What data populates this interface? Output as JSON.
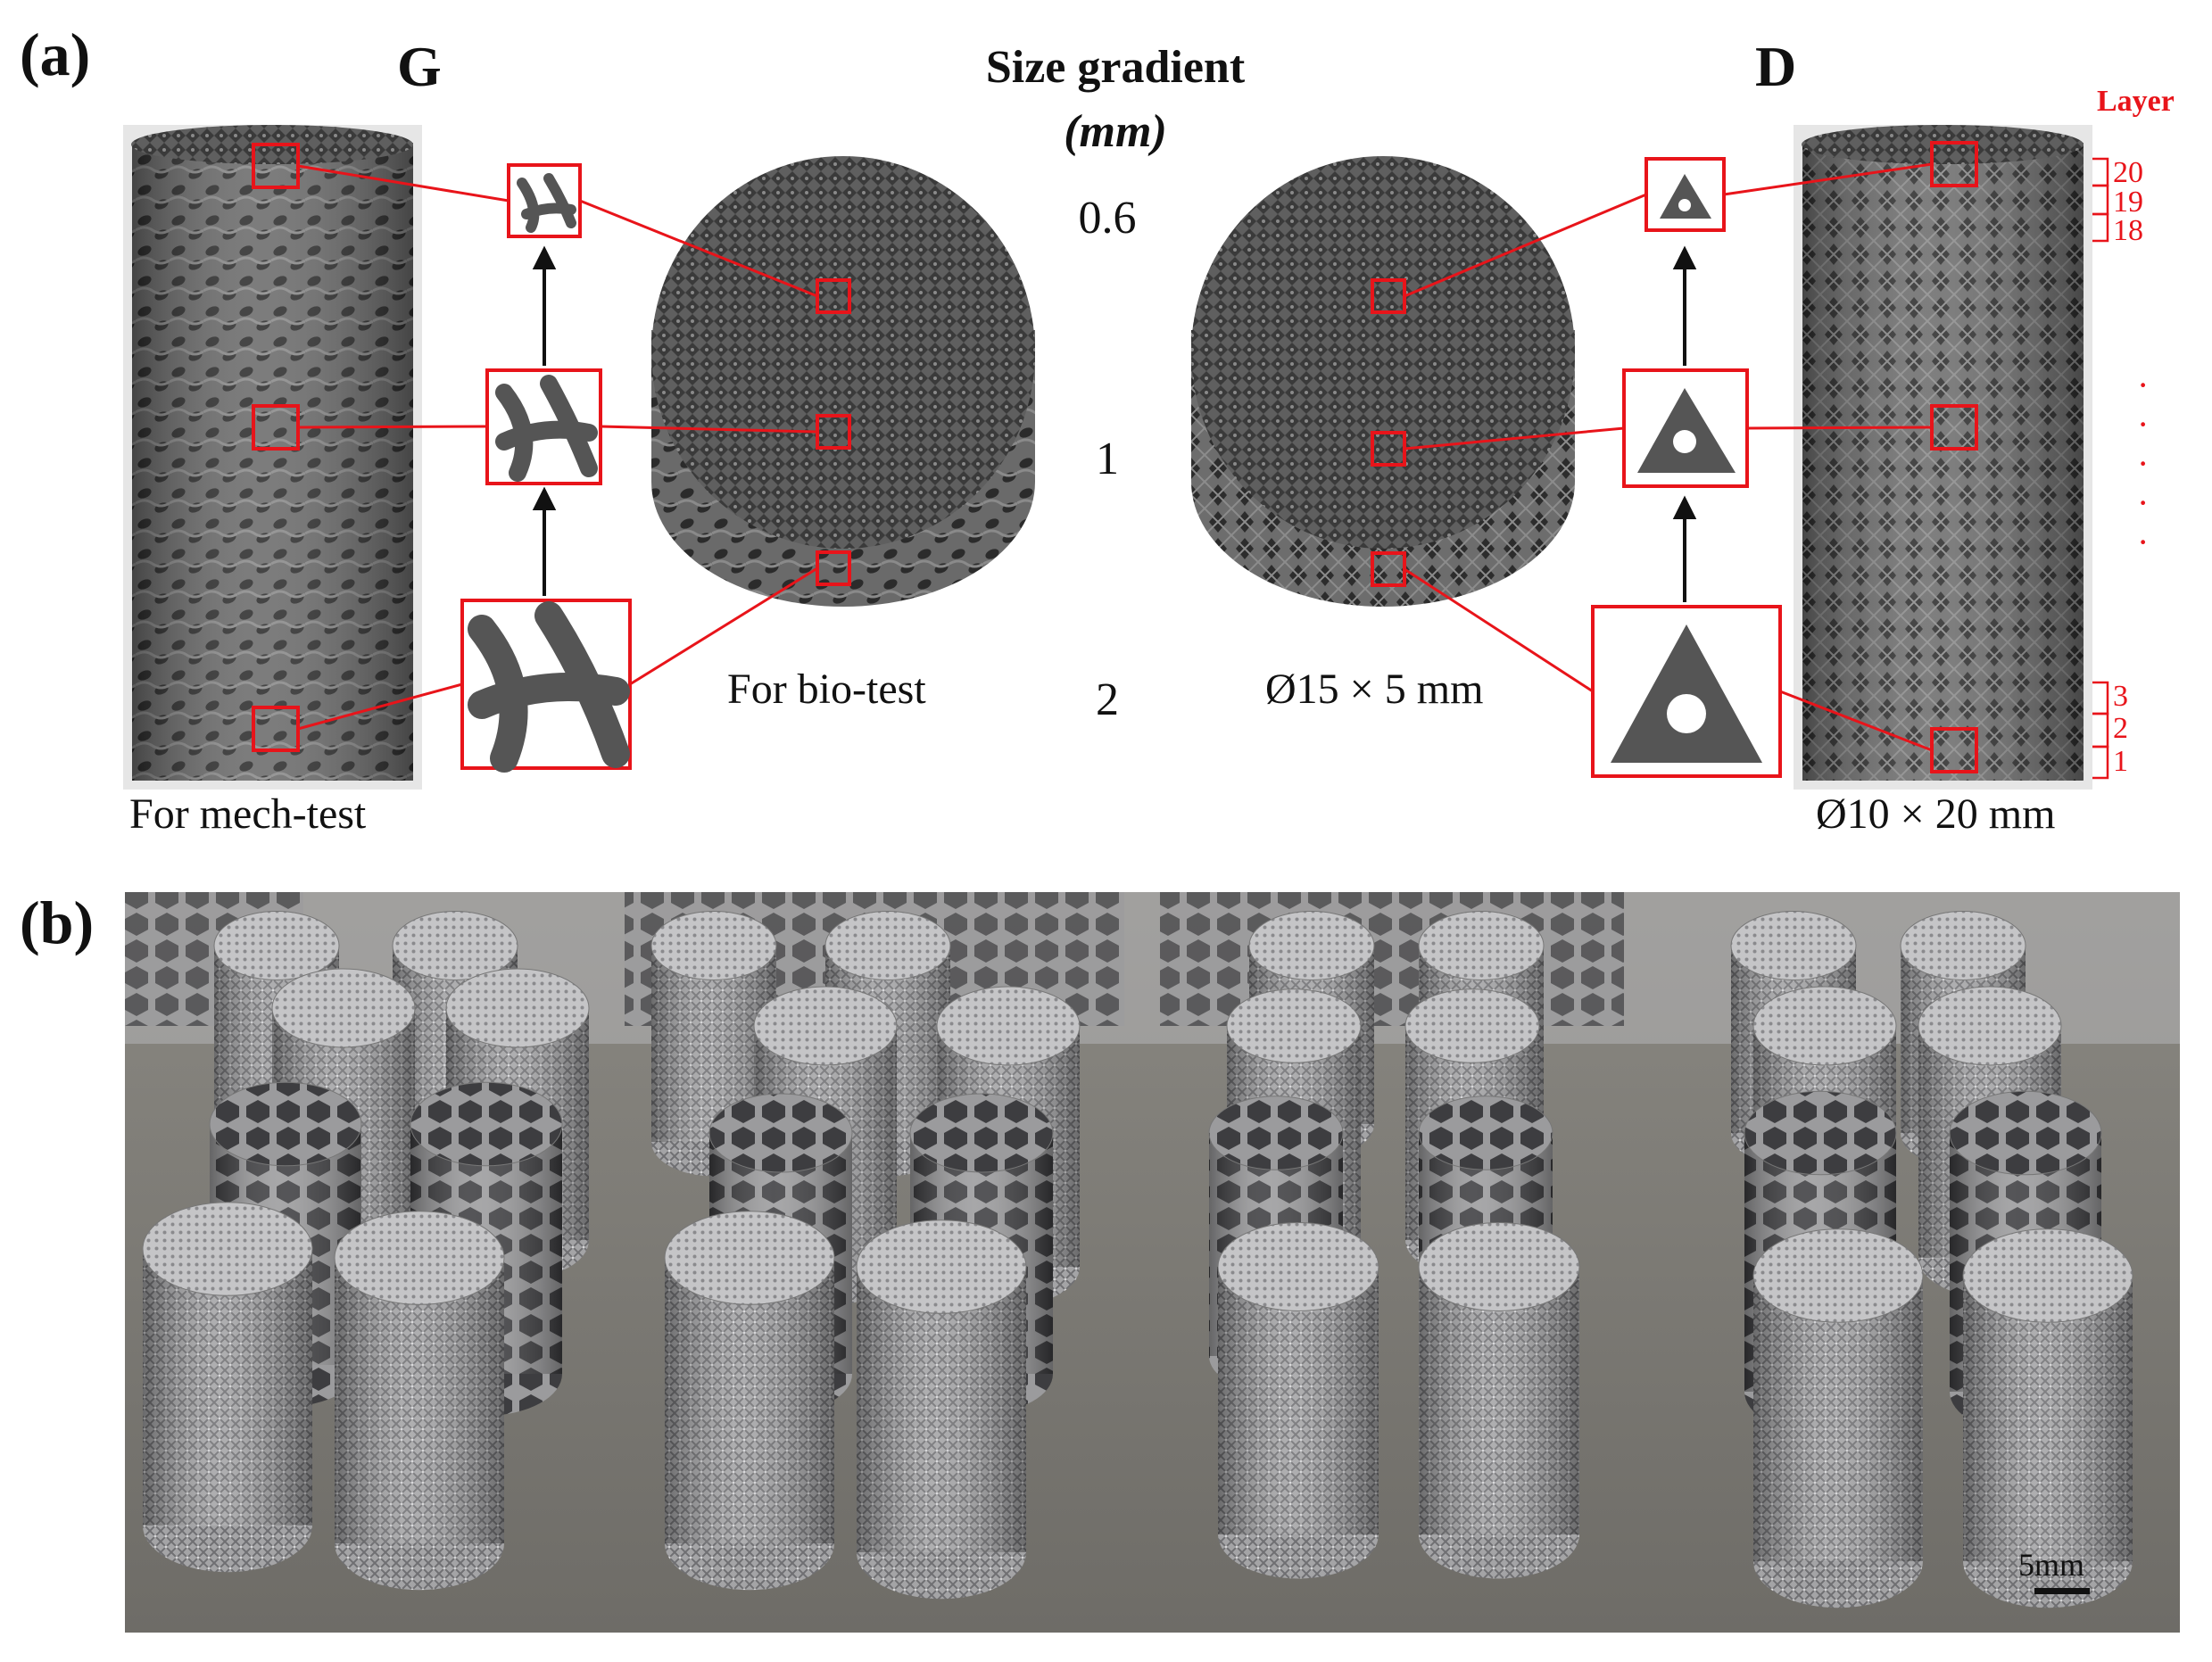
{
  "panel_a": {
    "label": "(a)",
    "title_line1": "Size gradient",
    "title_line2": "(mm)",
    "left_type": "G",
    "right_type": "D",
    "sizes": [
      "0.6",
      "1",
      "2"
    ],
    "caption_mech": "For mech-test",
    "caption_bio": "For bio-test",
    "dim_disk": "Ø15 × 5 mm",
    "dim_cyl": "Ø10 × 20 mm",
    "layer_title": "Layer",
    "layers_top": [
      "20",
      "19",
      "18"
    ],
    "layers_bottom": [
      "3",
      "2",
      "1"
    ]
  },
  "panel_b": {
    "label": "(b)",
    "scale_label": "5mm"
  },
  "colors": {
    "highlight": "#e8141a",
    "lattice": "#5e5e5e",
    "metal": "#a9a9ab",
    "plate": "#7f7d78"
  }
}
